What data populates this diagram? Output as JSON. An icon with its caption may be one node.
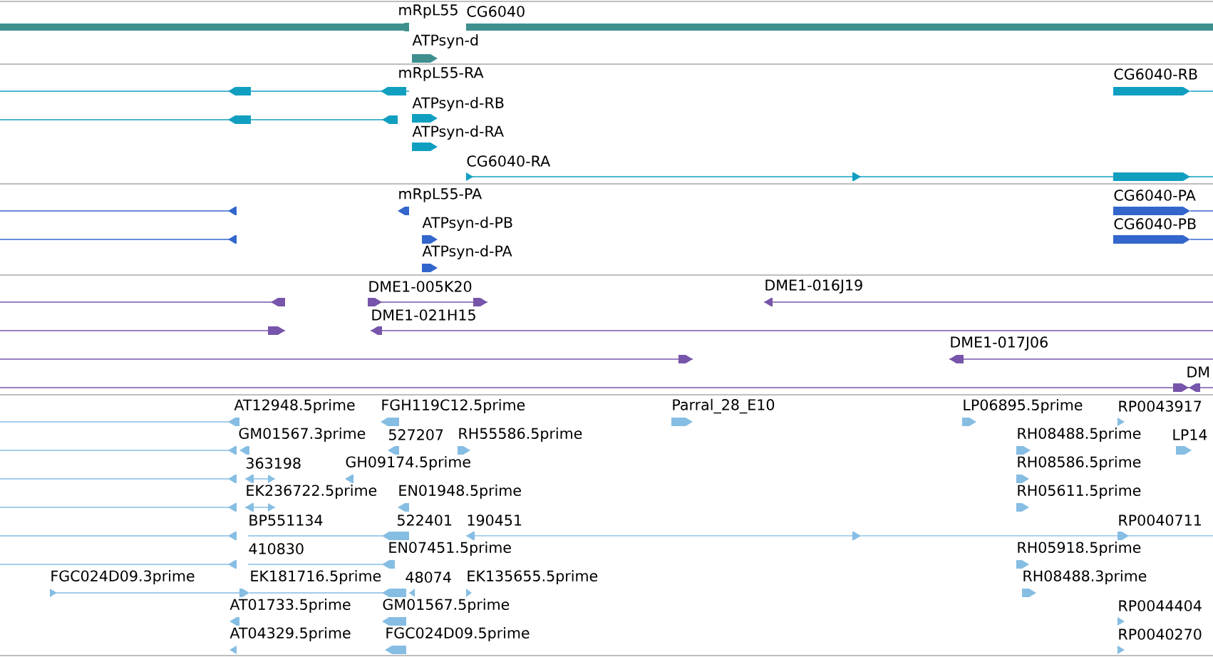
{
  "diagram": {
    "labels": [
      "mRpL55",
      "CG6040",
      "ATPsyn-d",
      "mRpL55-RA",
      "ATPsyn-d-RB",
      "ATPsyn-d-RA",
      "CG6040-RA",
      "CG6040-RB",
      "mRpL55-PA",
      "ATPsyn-d-PB",
      "ATPsyn-d-PA",
      "CG6040-PA",
      "CG6040-PB",
      "DME1-005K20",
      "DME1-021H15",
      "DME1-016J19",
      "DME1-017J06",
      "DM",
      "AT12948.5prime",
      "FGH119C12.5prime",
      "Parral_28_E10",
      "LP06895.5prime",
      "RP0043917",
      "GM01567.3prime",
      "527207",
      "RH55586.5prime",
      "RH08488.5prime",
      "LP14",
      "363198",
      "GH09174.5prime",
      "RH08586.5prime",
      "EK236722.5prime",
      "EN01948.5prime",
      "RH05611.5prime",
      "BP551134",
      "522401",
      "190451",
      "RP0040711",
      "410830",
      "EN07451.5prime",
      "RH05918.5prime",
      "FGC024D09.3prime",
      "EK181716.5prime",
      "48074",
      "EK135655.5prime",
      "RH08488.3prime",
      "AT01733.5prime",
      "GM01567.5prime",
      "RP0044404",
      "AT04329.5prime",
      "FGC024D09.5prime",
      "RP0040270"
    ]
  }
}
